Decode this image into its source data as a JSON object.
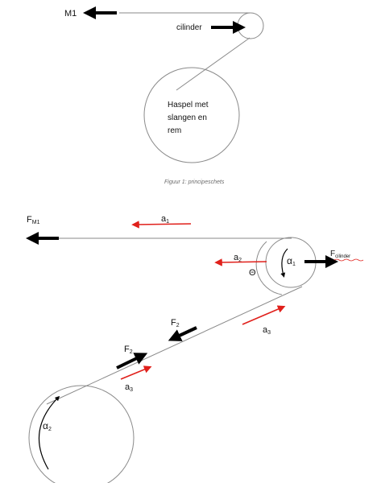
{
  "sketch1": {
    "m1_label": "M1",
    "cylinder_label": "cilinder",
    "reel_line1": "Haspel met",
    "reel_line2": "slangen en",
    "reel_line3": "rem",
    "caption": "Figuur 1: principeschets"
  },
  "sketch2": {
    "fm1_main": "F",
    "fm1_sub": "M1",
    "a1_main": "a",
    "a1_sub": "1",
    "a2_main": "a",
    "a2_sub": "2",
    "theta": "Θ",
    "alpha1_main": "α",
    "alpha1_sub": "1",
    "fcyl_main": "F",
    "fcyl_sub": "cilinder",
    "f2_upper_main": "F",
    "f2_upper_sub": "2",
    "a3_upper_main": "a",
    "a3_upper_sub": "3",
    "f2_lower_main": "F",
    "f2_lower_sub": "2",
    "a3_lower_main": "a",
    "a3_lower_sub": "3",
    "alpha2_main": "α",
    "alpha2_sub": "2"
  },
  "colors": {
    "line": "#8a8a8a",
    "force": "#000000",
    "acceleration": "#e0201b",
    "underline": "#e0201b"
  }
}
